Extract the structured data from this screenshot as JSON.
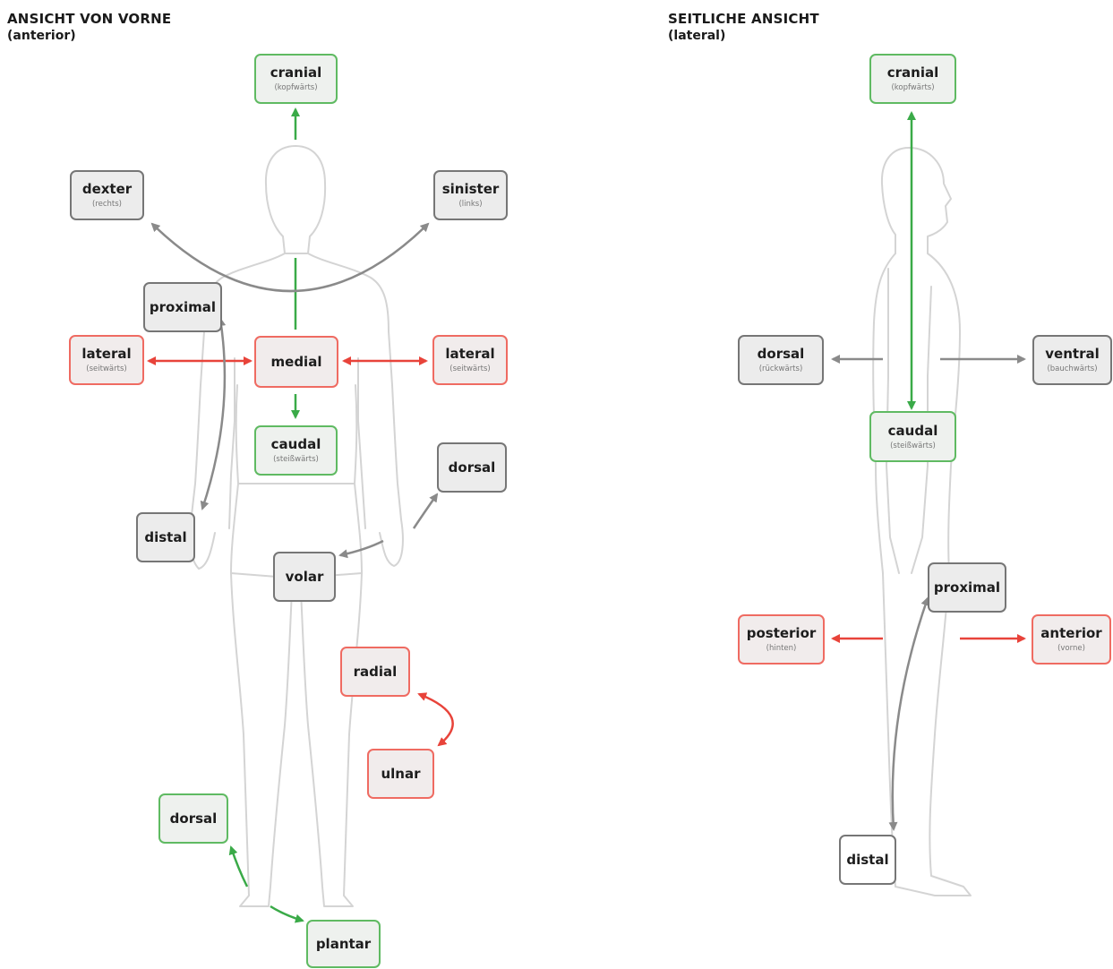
{
  "views": {
    "anterior": {
      "title": "ANSICHT VON VORNE",
      "subtitle": "(anterior)"
    },
    "lateral": {
      "title": "SEITLICHE ANSICHT",
      "subtitle": "(lateral)"
    }
  },
  "colors": {
    "red": "#e8433a",
    "green": "#3aaa48",
    "gray": "#8a8a8a",
    "figure_outline": "#d4d4d4"
  },
  "labels": {
    "cranial_front": {
      "main": "cranial",
      "sub": "(kopfwärts)"
    },
    "dexter": {
      "main": "dexter",
      "sub": "(rechts)"
    },
    "sinister": {
      "main": "sinister",
      "sub": "(links)"
    },
    "proximal_front": {
      "main": "proximal"
    },
    "lateral_left": {
      "main": "lateral",
      "sub": "(seitwärts)"
    },
    "medial": {
      "main": "medial"
    },
    "lateral_right": {
      "main": "lateral",
      "sub": "(seitwärts)"
    },
    "caudal_front": {
      "main": "caudal",
      "sub": "(steißwärts)"
    },
    "dorsal_hand": {
      "main": "dorsal"
    },
    "distal_front": {
      "main": "distal"
    },
    "volar": {
      "main": "volar"
    },
    "radial": {
      "main": "radial"
    },
    "ulnar": {
      "main": "ulnar"
    },
    "dorsal_foot": {
      "main": "dorsal"
    },
    "plantar": {
      "main": "plantar"
    },
    "cranial_side": {
      "main": "cranial",
      "sub": "(kopfwärts)"
    },
    "dorsal_side": {
      "main": "dorsal",
      "sub": "(rückwärts)"
    },
    "ventral": {
      "main": "ventral",
      "sub": "(bauchwärts)"
    },
    "caudal_side": {
      "main": "caudal",
      "sub": "(steißwärts)"
    },
    "proximal_side": {
      "main": "proximal"
    },
    "posterior": {
      "main": "posterior",
      "sub": "(hinten)"
    },
    "anterior": {
      "main": "anterior",
      "sub": "(vorne)"
    },
    "distal_side": {
      "main": "distal"
    }
  }
}
